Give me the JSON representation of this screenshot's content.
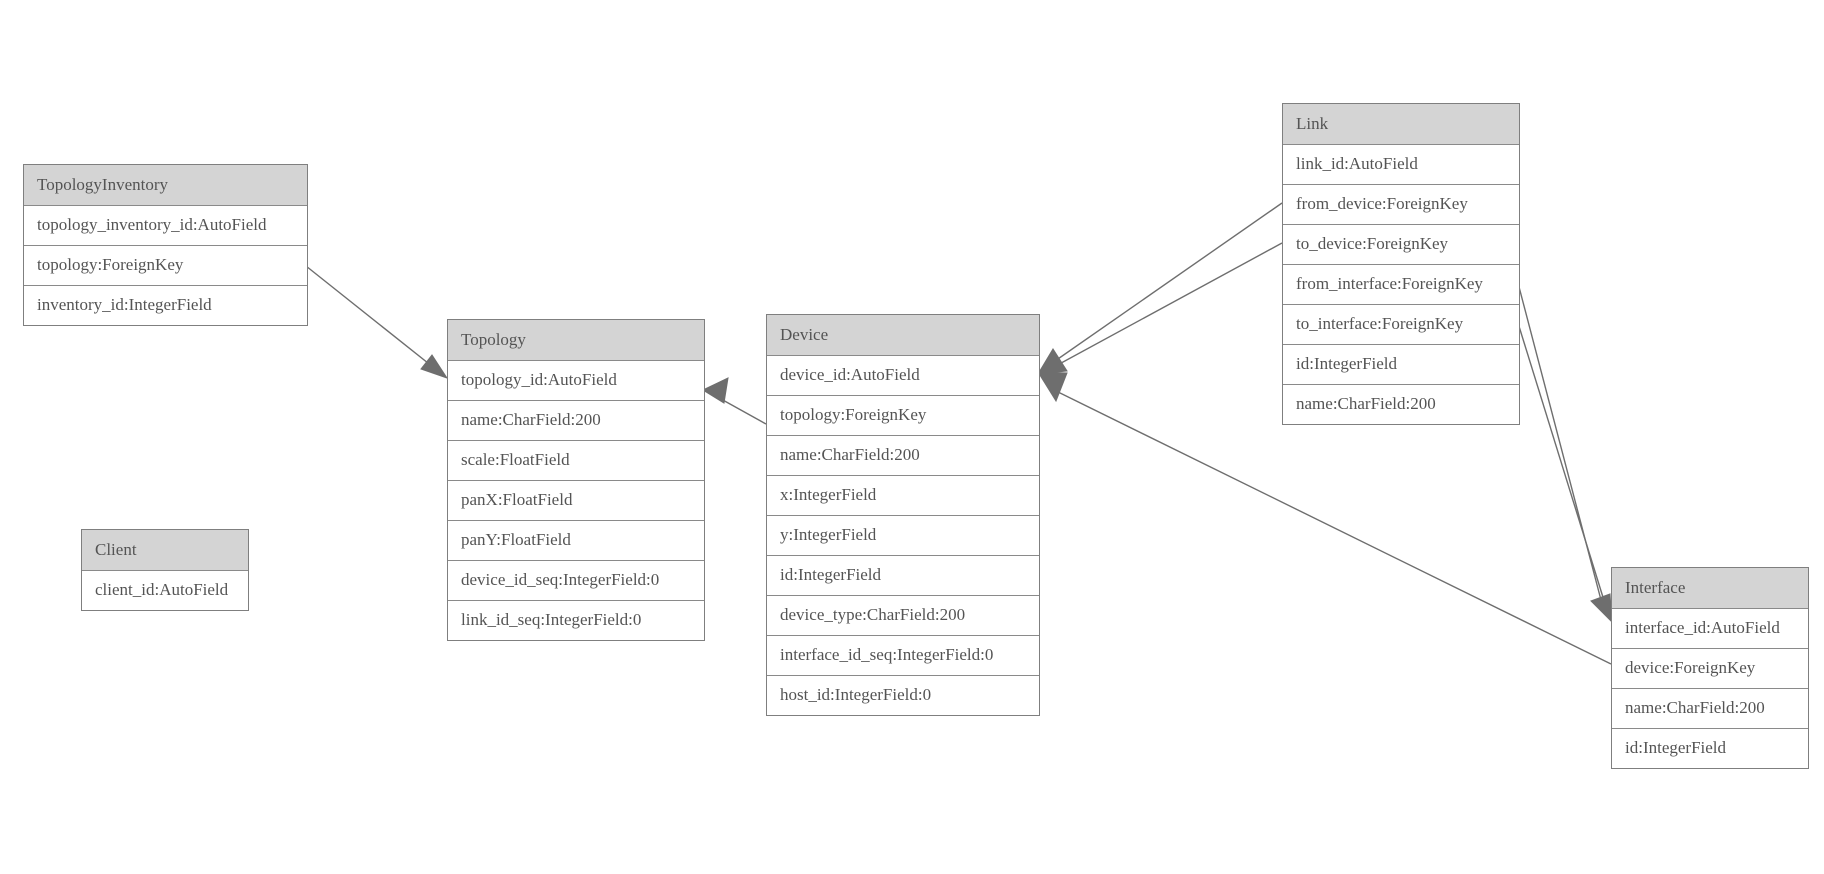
{
  "colors": {
    "canvas_bg": "#ffffff",
    "header_bg": "#d4d4d4",
    "table_border": "#7f7f7f",
    "row_divider": "#8a8a8a",
    "edge_line": "#6e6e6e",
    "text": "#545454"
  },
  "entities": {
    "topologyInventory": {
      "title": "TopologyInventory",
      "fields": [
        "topology_inventory_id:AutoField",
        "topology:ForeignKey",
        "inventory_id:IntegerField"
      ]
    },
    "topology": {
      "title": "Topology",
      "fields": [
        "topology_id:AutoField",
        "name:CharField:200",
        "scale:FloatField",
        "panX:FloatField",
        "panY:FloatField",
        "device_id_seq:IntegerField:0",
        "link_id_seq:IntegerField:0"
      ]
    },
    "client": {
      "title": "Client",
      "fields": [
        "client_id:AutoField"
      ]
    },
    "device": {
      "title": "Device",
      "fields": [
        "device_id:AutoField",
        "topology:ForeignKey",
        "name:CharField:200",
        "x:IntegerField",
        "y:IntegerField",
        "id:IntegerField",
        "device_type:CharField:200",
        "interface_id_seq:IntegerField:0",
        "host_id:IntegerField:0"
      ]
    },
    "link": {
      "title": "Link",
      "fields": [
        "link_id:AutoField",
        "from_device:ForeignKey",
        "to_device:ForeignKey",
        "from_interface:ForeignKey",
        "to_interface:ForeignKey",
        "id:IntegerField",
        "name:CharField:200"
      ]
    },
    "interface": {
      "title": "Interface",
      "fields": [
        "interface_id:AutoField",
        "device:ForeignKey",
        "name:CharField:200",
        "id:IntegerField"
      ]
    }
  },
  "relationships": [
    {
      "from": "TopologyInventory.topology",
      "to": "Topology.topology_id"
    },
    {
      "from": "Device.topology",
      "to": "Topology.topology_id"
    },
    {
      "from": "Link.from_device",
      "to": "Device.device_id"
    },
    {
      "from": "Link.to_device",
      "to": "Device.device_id"
    },
    {
      "from": "Interface.device",
      "to": "Device.device_id"
    },
    {
      "from": "Link.from_interface",
      "to": "Interface.interface_id"
    },
    {
      "from": "Link.to_interface",
      "to": "Interface.interface_id"
    }
  ]
}
